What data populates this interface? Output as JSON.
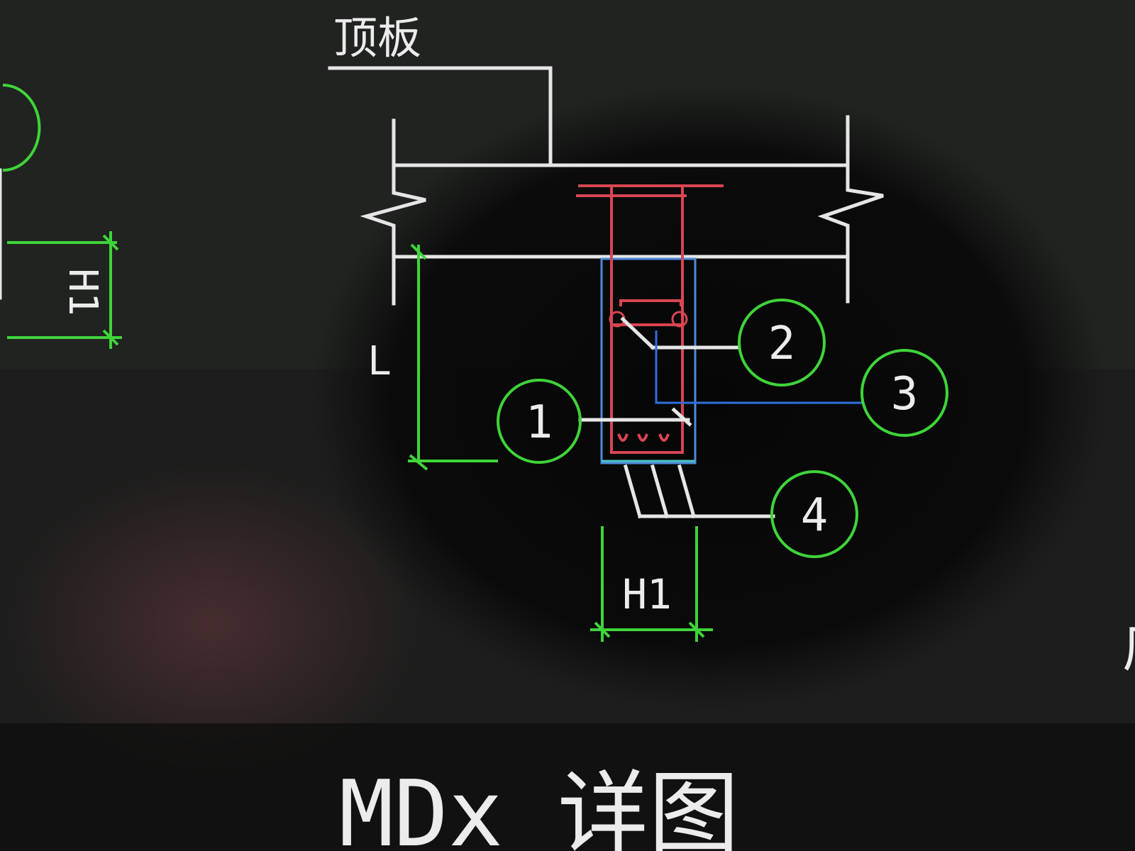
{
  "drawing": {
    "top_slab_label": "顶板",
    "dim_length_label": "L",
    "dim_width_label": "H1",
    "dim_side_label": "H1",
    "callouts": [
      {
        "id": "callout-1",
        "text": "1"
      },
      {
        "id": "callout-2",
        "text": "2"
      },
      {
        "id": "callout-3",
        "text": "3"
      },
      {
        "id": "callout-4",
        "text": "4"
      }
    ],
    "title": "MDx 详图",
    "edge_fragment": "厂"
  },
  "colors": {
    "background": "#141515",
    "linework": "#e6e6e6",
    "dimension": "#3fd43a",
    "rebar": "#d84652",
    "leader_blue": "#2f6fe0"
  }
}
